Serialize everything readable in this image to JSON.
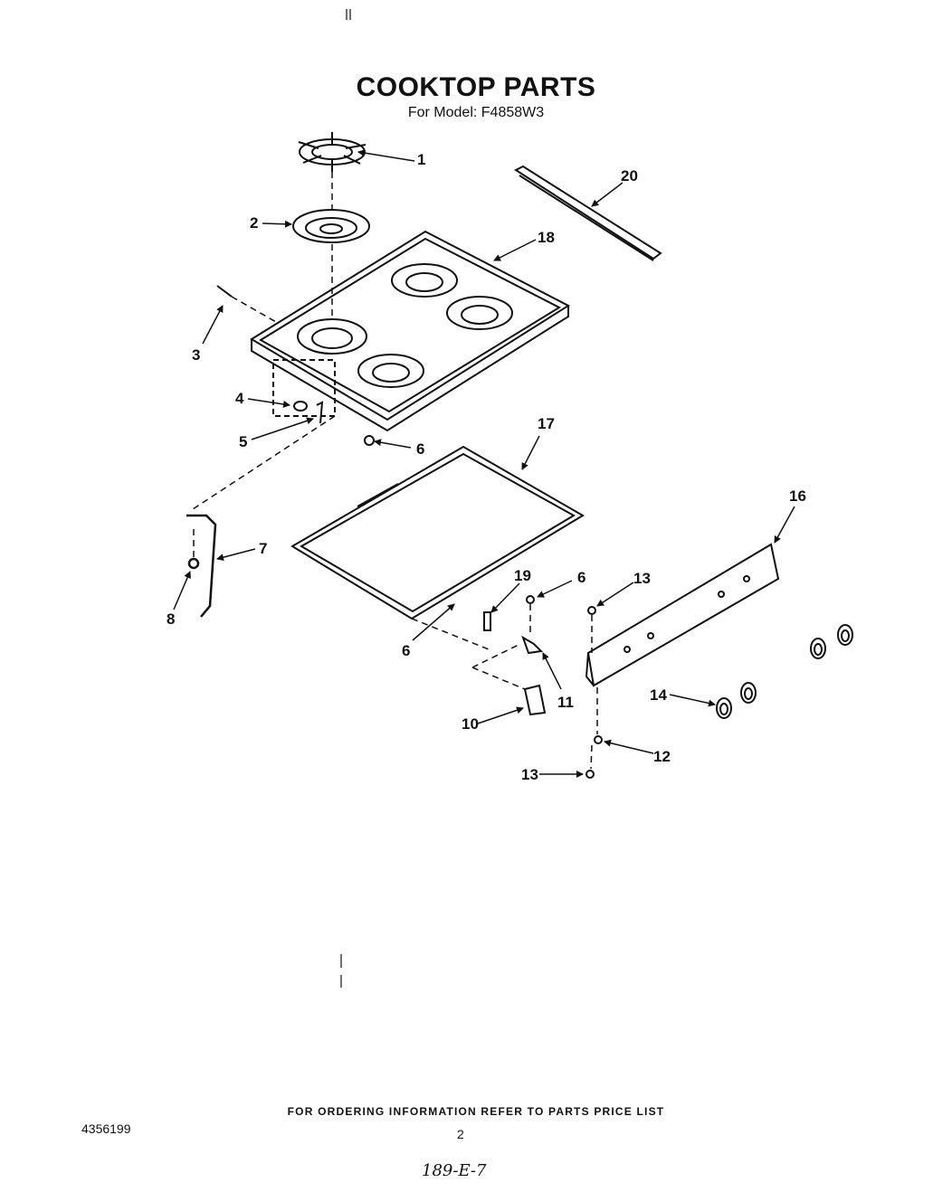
{
  "header": {
    "title": "COOKTOP PARTS",
    "subtitle": "For Model: F4858W3"
  },
  "callouts": [
    {
      "id": "1",
      "label": "1"
    },
    {
      "id": "2",
      "label": "2"
    },
    {
      "id": "3",
      "label": "3"
    },
    {
      "id": "4",
      "label": "4"
    },
    {
      "id": "5",
      "label": "5"
    },
    {
      "id": "6a",
      "label": "6"
    },
    {
      "id": "6b",
      "label": "6"
    },
    {
      "id": "6c",
      "label": "6"
    },
    {
      "id": "7",
      "label": "7"
    },
    {
      "id": "8",
      "label": "8"
    },
    {
      "id": "10",
      "label": "10"
    },
    {
      "id": "11",
      "label": "11"
    },
    {
      "id": "12",
      "label": "12"
    },
    {
      "id": "13a",
      "label": "13"
    },
    {
      "id": "13b",
      "label": "13"
    },
    {
      "id": "14",
      "label": "14"
    },
    {
      "id": "16",
      "label": "16"
    },
    {
      "id": "17",
      "label": "17"
    },
    {
      "id": "18",
      "label": "18"
    },
    {
      "id": "19",
      "label": "19"
    },
    {
      "id": "20",
      "label": "20"
    }
  ],
  "footer": {
    "note": "FOR ORDERING INFORMATION REFER TO PARTS PRICE LIST",
    "doc_number": "4356199",
    "page_number": "2",
    "handwritten": "189-E-7"
  }
}
